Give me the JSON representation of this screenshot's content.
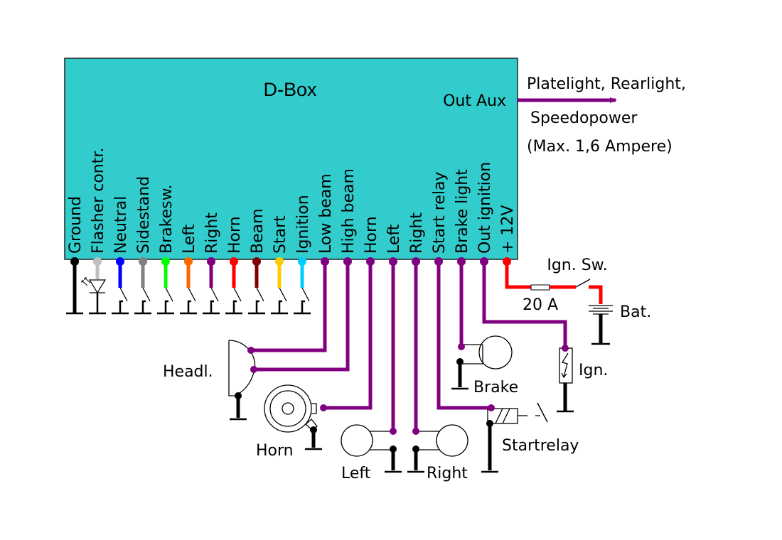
{
  "diagram": {
    "title": "D-Box",
    "colors": {
      "box_fill": "#33cccc",
      "wire_purple": "#800080",
      "wire_red": "#ff0000",
      "ground": "#000000"
    },
    "out_aux": {
      "label": "Out Aux",
      "target_lines": [
        "Platelight, Rearlight,",
        "Speedopower",
        "(Max. 1,6 Ampere)"
      ]
    },
    "left_pins": [
      {
        "label": "Ground",
        "color": "#000000"
      },
      {
        "label": "Flasher contr.",
        "color": "#c0c0c0"
      },
      {
        "label": "Neutral",
        "color": "#0000ff"
      },
      {
        "label": "Sidestand",
        "color": "#808080"
      },
      {
        "label": "Brakesw.",
        "color": "#00ff00"
      },
      {
        "label": "Left",
        "color": "#ff6600"
      },
      {
        "label": "Right",
        "color": "#800080"
      },
      {
        "label": "Horn",
        "color": "#ff0000"
      },
      {
        "label": "Beam",
        "color": "#800000"
      },
      {
        "label": "Start",
        "color": "#ffcc00"
      },
      {
        "label": "Ignition",
        "color": "#00ccff"
      }
    ],
    "right_pins": [
      {
        "label": "Low beam",
        "color": "#800080"
      },
      {
        "label": "High beam",
        "color": "#800080"
      },
      {
        "label": "Horn",
        "color": "#800080"
      },
      {
        "label": "Left",
        "color": "#800080"
      },
      {
        "label": "Right",
        "color": "#800080"
      },
      {
        "label": "Start relay",
        "color": "#800080"
      },
      {
        "label": "Brake light",
        "color": "#800080"
      },
      {
        "label": "Out ignition",
        "color": "#800080"
      },
      {
        "label": "+ 12V",
        "color": "#ff0000"
      }
    ],
    "components": {
      "headlight": "Headl.",
      "horn": "Horn",
      "left": "Left",
      "right": "Right",
      "brake": "Brake",
      "startrelay": "Startrelay",
      "ignition": "Ign.",
      "ign_switch": "Ign. Sw.",
      "fuse": "20 A",
      "battery": "Bat."
    }
  }
}
